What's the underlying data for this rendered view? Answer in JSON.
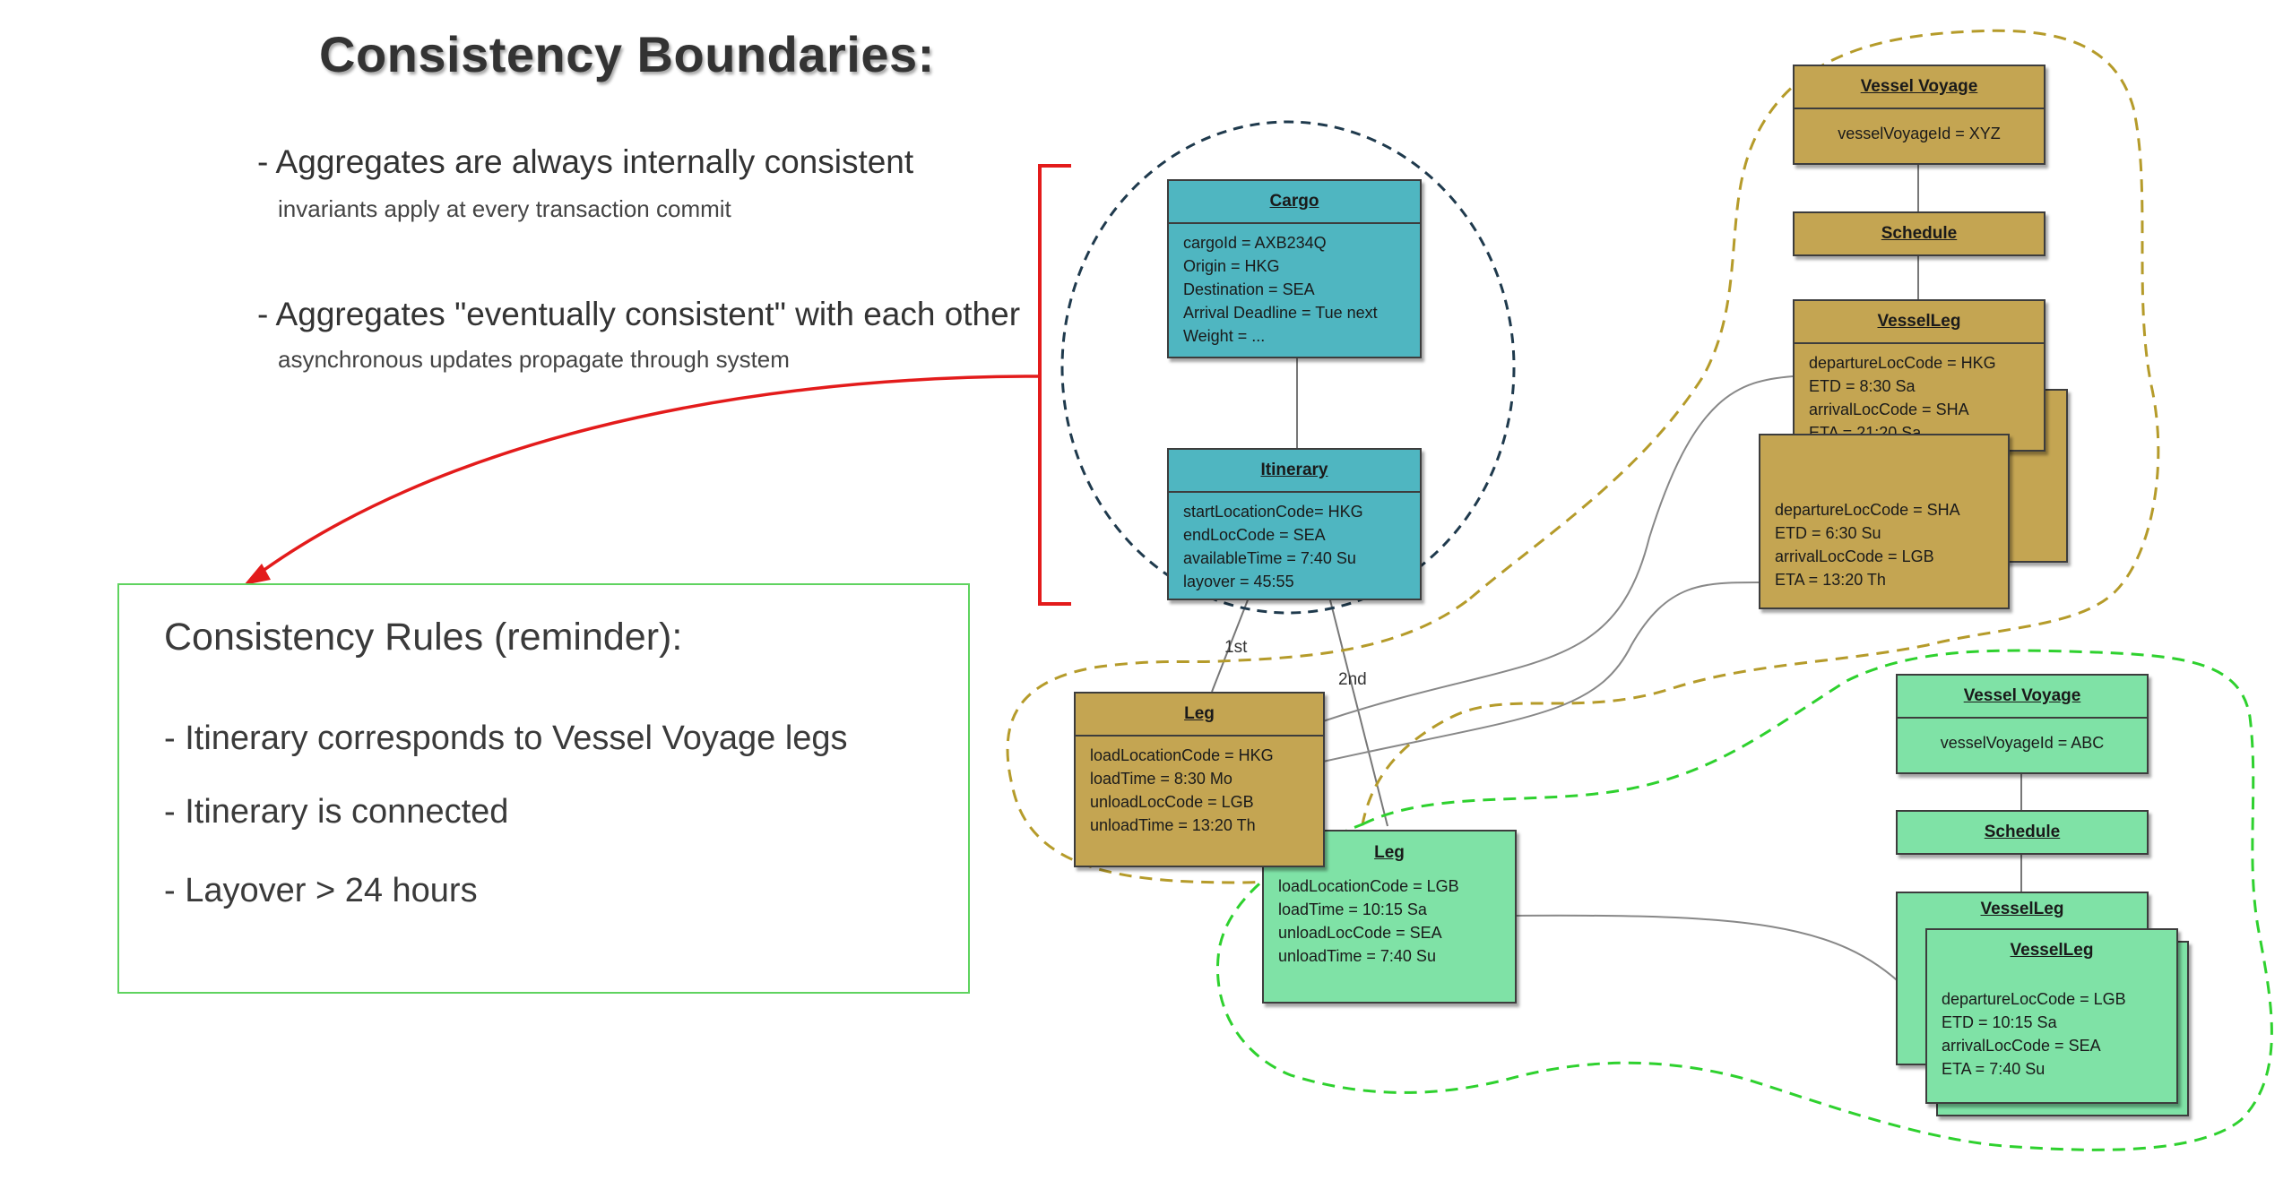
{
  "title": "Consistency Boundaries:",
  "bullets": [
    {
      "main": "- Aggregates are always internally consistent",
      "sub": "invariants apply at every transaction commit"
    },
    {
      "main": "- Aggregates \"eventually consistent\" with each other",
      "sub": "asynchronous updates propagate through system"
    }
  ],
  "rules": {
    "title": "Consistency Rules (reminder):",
    "items": [
      "- Itinerary corresponds to Vessel Voyage legs",
      "- Itinerary is connected",
      "- Layover  > 24 hours"
    ]
  },
  "colors": {
    "cargo_aggregate": "#4fb6c1",
    "voyage_xyz": "#c4a552",
    "voyage_abc": "#7fe2a6",
    "boundary_cargo": "#1f3a4d",
    "boundary_xyz": "#b59b2a",
    "boundary_abc": "#2ed12e",
    "arrow": "#e31b1b"
  },
  "boxes": {
    "cargo": {
      "name": "Cargo",
      "fields": [
        "cargoId = AXB234Q",
        "Origin = HKG",
        "Destination = SEA",
        "Arrival Deadline = Tue next",
        "Weight = ..."
      ]
    },
    "itinerary": {
      "name": "Itinerary",
      "fields": [
        "startLocationCode= HKG",
        "endLocCode = SEA",
        "availableTime = 7:40 Su",
        "layover = 45:55"
      ]
    },
    "leg1": {
      "name": "Leg",
      "fields": [
        "loadLocationCode = HKG",
        "loadTime = 8:30 Mo",
        "unloadLocCode = LGB",
        "unloadTime = 13:20 Th"
      ]
    },
    "leg2": {
      "name": "Leg",
      "fields": [
        "loadLocationCode = LGB",
        "loadTime = 10:15 Sa",
        "unloadLocCode = SEA",
        "unloadTime = 7:40 Su"
      ]
    },
    "vv_xyz": {
      "name": "Vessel Voyage",
      "fields": [
        "vesselVoyageId = XYZ"
      ]
    },
    "sched_xyz": {
      "name": "Schedule"
    },
    "vl_xyz_1": {
      "name": "VesselLeg",
      "fields": [
        "departureLocCode = HKG",
        "ETD = 8:30 Sa",
        "arrivalLocCode = SHA",
        "ETA = 21:20 Sa"
      ]
    },
    "vl_xyz_2": {
      "fields": [
        "departureLocCode = SHA",
        "ETD = 6:30 Su",
        "arrivalLocCode = LGB",
        "ETA = 13:20 Th"
      ]
    },
    "vv_abc": {
      "name": "Vessel Voyage",
      "fields": [
        "vesselVoyageId = ABC"
      ]
    },
    "sched_abc": {
      "name": "Schedule"
    },
    "vl_abc_back": {
      "name": "VesselLeg"
    },
    "vl_abc_front": {
      "name": "VesselLeg",
      "fields": [
        "departureLocCode = LGB",
        "ETD = 10:15 Sa",
        "arrivalLocCode = SEA",
        "ETA = 7:40 Su"
      ]
    }
  },
  "labels": {
    "first": "1st",
    "second": "2nd"
  }
}
